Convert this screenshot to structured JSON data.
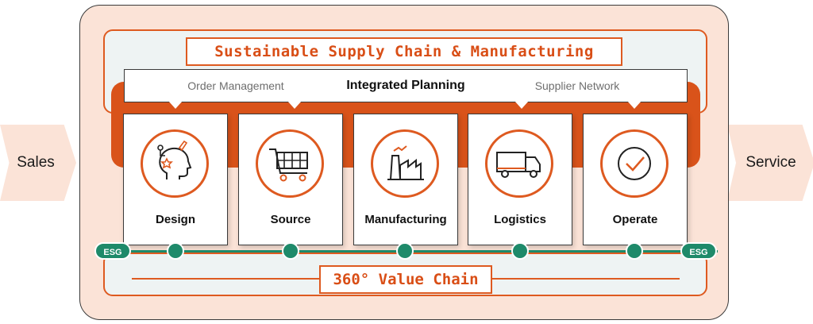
{
  "title": "Sustainable Supply Chain & Manufacturing",
  "left_chevron": {
    "label": "Sales"
  },
  "right_chevron": {
    "label": "Service"
  },
  "planning_bar": {
    "left_label": "Order Management",
    "center_label": "Integrated Planning",
    "right_label": "Supplier Network"
  },
  "stages": [
    {
      "label": "Design",
      "icon": "head-idea-icon"
    },
    {
      "label": "Source",
      "icon": "shopping-cart-icon"
    },
    {
      "label": "Manufacturing",
      "icon": "factory-icon"
    },
    {
      "label": "Logistics",
      "icon": "truck-icon"
    },
    {
      "label": "Operate",
      "icon": "checkmark-circle-icon"
    }
  ],
  "esg": {
    "left_label": "ESG",
    "right_label": "ESG"
  },
  "bottom_label": "360° Value Chain",
  "colors": {
    "accent": "#de5a20",
    "rail": "#1e8a6a",
    "panel": "#fbe3d7"
  }
}
